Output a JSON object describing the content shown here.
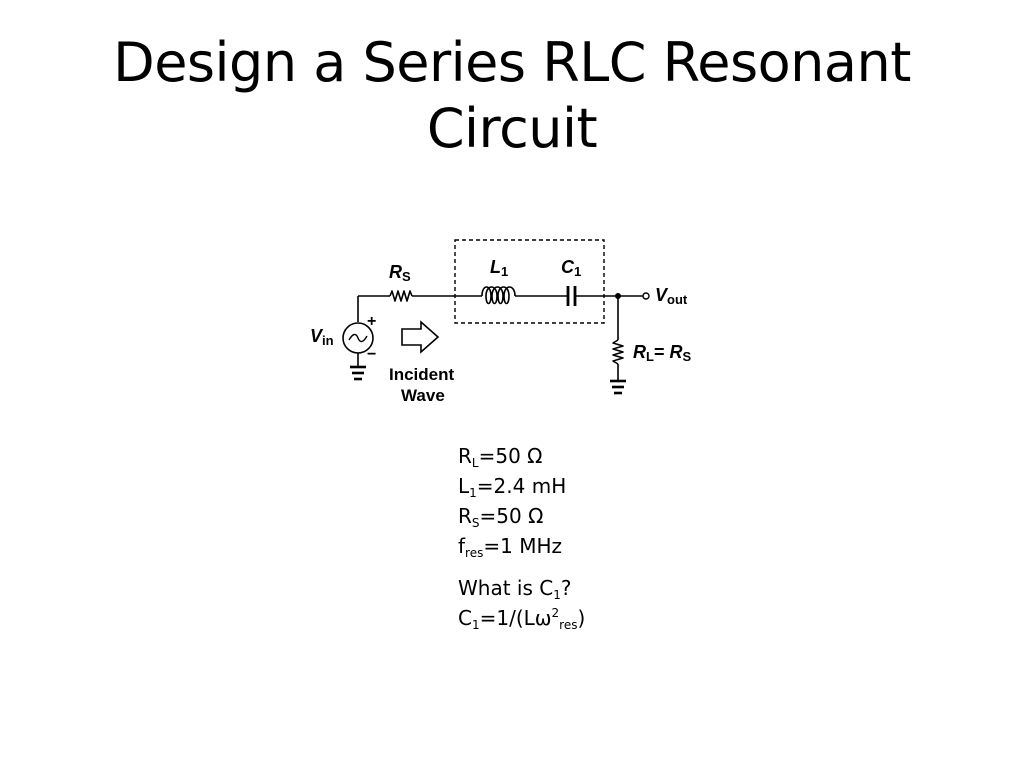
{
  "title": {
    "line1": "Design a Series RLC Resonant",
    "line2": "Circuit"
  },
  "circuit": {
    "rs_label": {
      "main": "R",
      "sub": "S"
    },
    "l1_label": {
      "main": "L",
      "sub": "1"
    },
    "c1_label": {
      "main": "C",
      "sub": "1"
    },
    "vout_label": {
      "main": "V",
      "sub": "out"
    },
    "vin_label": {
      "main": "V",
      "sub": "in"
    },
    "rl_label": {
      "main": "R",
      "sub": "L",
      "eq": "= ",
      "main2": "R",
      "sub2": "S"
    },
    "plus": "+",
    "minus": "−",
    "incident_line1": "Incident",
    "incident_line2": "Wave"
  },
  "params": {
    "rl": {
      "main": "R",
      "sub": "L",
      "rest": "=50 Ω"
    },
    "l1": {
      "main": "L",
      "sub": "1",
      "rest": "=2.4 mH"
    },
    "rs": {
      "main": "R",
      "sub": "S",
      "rest": "=50 Ω"
    },
    "fres": {
      "main": "f",
      "sub": "res",
      "rest": "=1 MHz"
    },
    "question": {
      "main": "What is C",
      "sub": "1",
      "rest": "?"
    },
    "formula": {
      "p1": "C",
      "sub1": "1",
      "p2": "=1/(Lω",
      "sup": "2",
      "sub2": "res",
      "p3": ")"
    }
  }
}
